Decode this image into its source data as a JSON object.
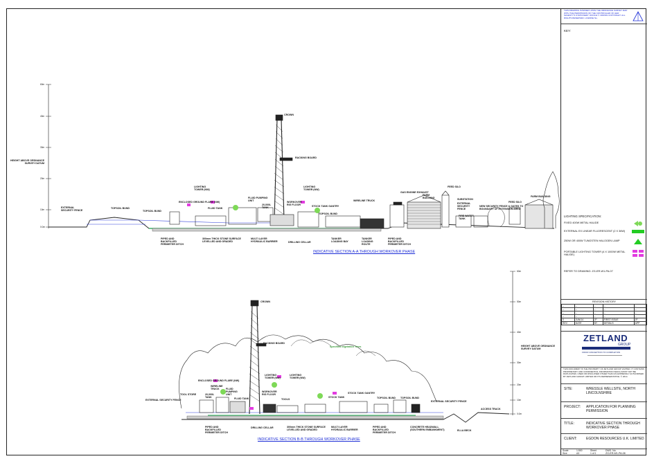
{
  "copyright": "THIS DRAWING IS BASED UPON THE ORDNANCE SURVEY MAP WITH THE PERMISSION OF THE CONTROLLER OF HER MAJESTY'S STATIONERY OFFICE © CROWN COPYRIGHT. ALL RIGHTS RESERVED. LICENSE No.",
  "key_label": "KEY:",
  "section_a": {
    "caption": "INDICATIVE SECTION A-A THROUGH WORKOVER PHASE",
    "y_axis_label": "HEIGHT ABOVE ORDNANCE SURVEY DATUM",
    "ticks": [
      "60m",
      "40m",
      "30m",
      "20m",
      "10m",
      "0.0m"
    ],
    "labels": [
      "CROWN",
      "RACKING BOARD",
      "LIGHTING TOWER (NW)",
      "ENCLOSED GROUND FLARE (NW)",
      "FLUID TANK",
      "FLUID PUMPING UNIT",
      "20,000L TANK",
      "WORKOVER RIG FLOOR",
      "LIGHTING TOWER (NW)",
      "STOCK TANK GANTRY",
      "TOPSOIL BUND",
      "WIRELINE TRUCK",
      "GAS ENGINE EXHAUST",
      "FARM BUILDING",
      "FEED SILO",
      "SUBSTATION",
      "EXTERNAL SECURITY FENCE",
      "FIRE WATER TANK",
      "NEW SECURITY FENCE & GATES TO BOUNDARY OF EXTENSION AREA",
      "FEED SILO",
      "FARM BUILDING",
      "EXTERNAL SECURITY FENCE",
      "TOPSOIL BUND",
      "TOPSOIL BUND",
      "PIPED AND BACKFILLED PERIMETER DITCH",
      "300mm THICK STONE SURFACE LEVELLED AND GRADED",
      "MULTI LAYER HYDRAULIC BARRIER",
      "DRILLING CELLAR",
      "TANKER LOADING BAY",
      "TANKER LOADING ROUTE",
      "PIPED AND BACKFILLED PERIMETER DITCH"
    ]
  },
  "section_b": {
    "caption": "INDICATIVE SECTION B-B THROUGH WORKOVER PHASE",
    "y_axis_label": "HEIGHT ABOVE ORDNANCE SURVEY DATUM",
    "ticks": [
      "60m",
      "50m",
      "40m",
      "30m",
      "20m",
      "10m",
      "0.0m"
    ],
    "labels": [
      "CROWN",
      "RACKING BOARD",
      "ENCLOSED GROUND FLARE (NW)",
      "WIRELINE TRUCK",
      "20,000L TANK",
      "FLUID PUMPING UNIT",
      "FLUID TANK",
      "TOOL STORE",
      "EXTERNAL SECURITY FENCE",
      "LIGHTING TOWER (NW)",
      "LIGHTING TOWER (NW)",
      "WORKOVER RIG FLOOR",
      "TOOLS",
      "STOCK TANK",
      "STOCK TANK GANTRY",
      "TOPSOIL BUND",
      "TOPSOIL BUND",
      "EXTERNAL SECURITY FENCE",
      "ACCESS TRACK",
      "PIPED AND BACKFILLED PERIMETER DITCH",
      "DRILLING CELLAR",
      "300mm THICK STONE SURFACE LEVELLED AND GRADED",
      "MULTI LAYER HYDRAULIC BARRIER",
      "PIPED AND BACKFILLED PERIMETER DITCH",
      "CONCRETE HEADWALL (SOUTHERN EMBANKMENT)",
      "ELLA BECK",
      "Specified vegetation Trees"
    ]
  },
  "lighting": {
    "title": "LIGHTING SPECIFICATION:",
    "items": [
      {
        "text": "FIXED 400W METAL HALIDE",
        "color": "#7ed957"
      },
      {
        "text": "EXTERNAL EX LINEAR FLUORESCENT (2 X 36W)",
        "color": "#22cc22"
      },
      {
        "text": "250W OR 400W TUNGSTEN HALOGEN LAMP",
        "color": "#22cc22"
      },
      {
        "text": "PORTABLE LIGHTING TOWER (4 X 1000W METAL HALIDE)",
        "color": "#e23be0"
      }
    ],
    "refer": "REFER TO DRAWING: ZG-ER-W1-PA-07"
  },
  "revision": {
    "title": "REVISION HISTORY",
    "headers": [
      "REV",
      "DATE",
      "BY",
      "DETAILS",
      "APP"
    ],
    "row1": [
      "0",
      "JUN/14",
      "JP",
      "FIRST ISSUE",
      "JP"
    ]
  },
  "logo": {
    "name": "ZETLAND",
    "sub": "GROUP",
    "tag": "FROM CONCEPTION TO COMPLETION"
  },
  "disclaimer": "THIS DOCUMENT IS THE PROPERTY OF ZETLAND GROUP LIMITED. IT CONTAINS PROPRIETARY AND CONFIDENTIAL INFORMATION WHICH MUST NOT BE DUPLICATED, USED OR DISCLOSED OTHER THAN AS EXPRESSLY AUTHORISED BY ZETLAND GROUP LIMITED OR ITS REPRESENTATIVE. © 2014",
  "site": {
    "k": "SITE:",
    "v": "WRESSLE WELLSITE, NORTH LINCOLNSHIRE"
  },
  "project": {
    "k": "PROJECT:",
    "v": "APPLICATION FOR PLANNING PERMISSION"
  },
  "title": {
    "k": "TITLE:",
    "v": "INDICATIVE SECTION THROUGH WORKOVER PHASE"
  },
  "client": {
    "k": "CLIENT:",
    "v": "EGDON RESOURCES U.K. LIMITED"
  },
  "footer": {
    "scale_k": "Scale",
    "scale_v": "1:500",
    "size_k": "Size",
    "size_v": "A3",
    "sheet_k": "Sheet",
    "sheet_v": "1 of 1",
    "dwg_k": "DWG. No:",
    "dwg_v": "ZG-ER-W1-PA-08"
  }
}
